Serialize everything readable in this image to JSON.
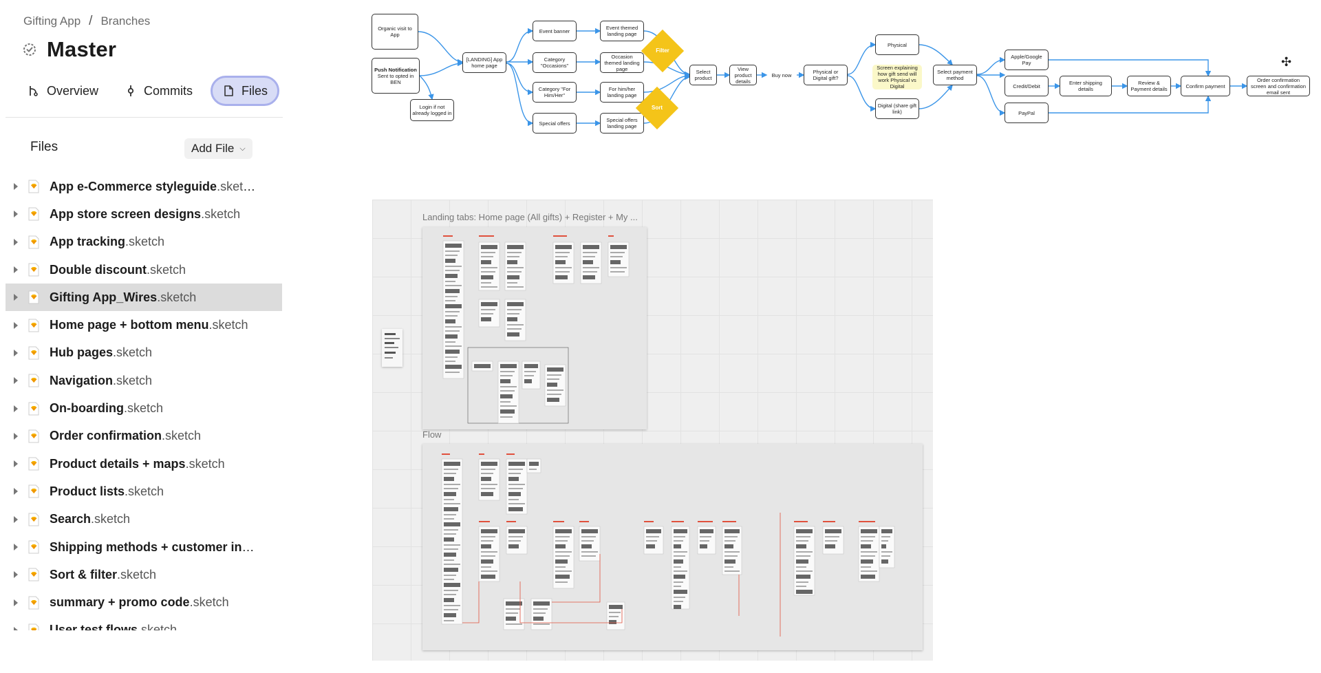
{
  "breadcrumb": {
    "project": "Gifting App",
    "separator": "/",
    "section": "Branches"
  },
  "branch": {
    "title": "Master"
  },
  "tabs": [
    {
      "label": "Overview"
    },
    {
      "label": "Commits"
    },
    {
      "label": "Files"
    }
  ],
  "files_panel": {
    "heading": "Files",
    "add_file_label": "Add File"
  },
  "files": [
    {
      "name": "App e-Commerce styleguide",
      "ext": ".sketch"
    },
    {
      "name": "App store screen designs",
      "ext": ".sketch"
    },
    {
      "name": "App tracking",
      "ext": ".sketch"
    },
    {
      "name": "Double discount",
      "ext": ".sketch"
    },
    {
      "name": "Gifting App_Wires",
      "ext": ".sketch",
      "selected": true
    },
    {
      "name": "Home page + bottom menu",
      "ext": ".sketch"
    },
    {
      "name": "Hub pages",
      "ext": ".sketch"
    },
    {
      "name": "Navigation",
      "ext": ".sketch"
    },
    {
      "name": "On-boarding",
      "ext": ".sketch"
    },
    {
      "name": "Order confirmation",
      "ext": ".sketch"
    },
    {
      "name": "Product details + maps",
      "ext": ".sketch"
    },
    {
      "name": "Product lists",
      "ext": ".sketch"
    },
    {
      "name": "Search",
      "ext": ".sketch"
    },
    {
      "name": "Shipping methods + customer info...",
      "ext": ""
    },
    {
      "name": "Sort & filter",
      "ext": ".sketch"
    },
    {
      "name": "summary + promo code",
      "ext": ".sketch"
    },
    {
      "name": "User test flows",
      "ext": ".sketch"
    }
  ],
  "canvas": {
    "artboard_labels": {
      "landing": "Landing tabs: Home page (All gifts) + Register + My ...",
      "flow": "Flow"
    },
    "flow_nodes": {
      "organic": "Organic visit to App",
      "push_title": "Push Notification",
      "push_body": "Sent to opted in BEN",
      "login": "Login if not already logged in",
      "landing": "[LANDING] App home page",
      "event_banner": "Event banner",
      "category_occasions": "Category \"Occasions\"",
      "category_him_her": "Category \"For Him/Her\"",
      "special_offers": "Special offers",
      "event_landing": "Event themed landing page",
      "occasion_landing": "Occasion themed landing page",
      "him_her_landing": "For him/her landing page",
      "special_landing": "Special offers landing page",
      "filter": "Filter",
      "sort": "Sort",
      "select_product": "Select product",
      "view_details": "View product details",
      "buy_now": "Buy now",
      "physical_or_digital": "Physical or Digital gift?",
      "physical": "Physical",
      "explain_screen": "Screen explaining how gift send will work Physical vs Digital",
      "digital": "Digital (share gift link)",
      "select_payment": "Select payment method",
      "apple_google": "Apple/Google Pay",
      "credit_debit": "Credit/Debit",
      "paypal": "PayPal",
      "enter_shipping": "Enter shipping details",
      "review_payment": "Review & Payment details",
      "confirm_payment": "Confirm payment",
      "order_confirmation": "Order confirmation screen and confirmation email sent"
    }
  },
  "colors": {
    "accent_blue": "#3b95e8",
    "sticky_yellow": "#f4c419",
    "selected_row": "#dcdcdc",
    "active_tab": "#d8dcf6",
    "red_annotation": "#e0503c"
  }
}
